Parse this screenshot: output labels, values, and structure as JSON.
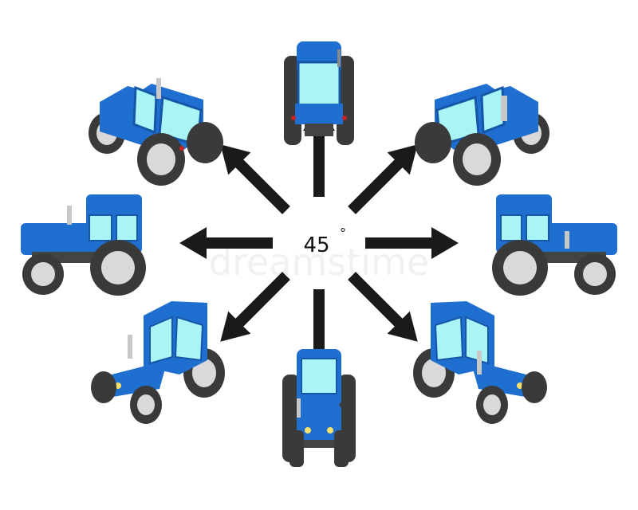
{
  "center_label": {
    "value": "45",
    "unit": "°"
  },
  "watermark": "dreamstime",
  "colors": {
    "tractor_blue": "#1f6fd0",
    "tractor_blue_dark": "#1656a8",
    "tractor_blue_light": "#3b8be6",
    "glass": "#a9f5f5",
    "tire": "#3a3a3a",
    "wheel_rim": "#d9d9d9",
    "chassis": "#444444",
    "arrow": "#1a1a1a"
  },
  "views": [
    {
      "id": "front",
      "angle_deg": 0
    },
    {
      "id": "front-right",
      "angle_deg": 45
    },
    {
      "id": "right",
      "angle_deg": 90
    },
    {
      "id": "back-right",
      "angle_deg": 135
    },
    {
      "id": "back",
      "angle_deg": 180
    },
    {
      "id": "back-left",
      "angle_deg": 225
    },
    {
      "id": "left",
      "angle_deg": 270
    },
    {
      "id": "front-left",
      "angle_deg": 315
    }
  ]
}
